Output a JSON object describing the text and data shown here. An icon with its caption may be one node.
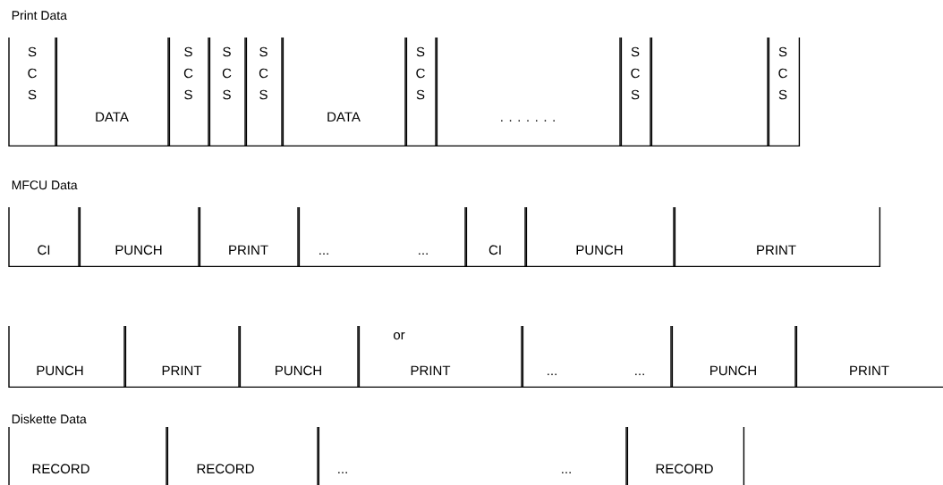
{
  "diagram": {
    "nodes": [
      {
        "text": [
          "S C S"
        ]
      },
      {
        "text": [
          "DATA"
        ]
      },
      {
        "text": [
          "S C S"
        ]
      },
      {
        "text": [
          "S C S"
        ]
      },
      {
        "text": [
          "S C S"
        ]
      },
      {
        "text": [
          "DATA"
        ]
      },
      {
        "text": [
          "S C S"
        ]
      },
      {
        "text": [
          ". . . . . . ."
        ]
      },
      {
        "text": [
          "S C S"
        ]
      },
      {
        "text": [],
        "shape": "box"
      },
      {
        "text": [
          "S C S"
        ]
      },
      {
        "text": [
          "CI"
        ]
      },
      {
        "text": [
          "PUNCH"
        ]
      },
      {
        "text": [
          "PRINT"
        ]
      },
      {
        "text": [
          "...",
          "..."
        ]
      },
      {
        "text": [
          "CI"
        ]
      },
      {
        "text": [
          "PUNCH"
        ]
      },
      {
        "text": [
          "PRINT"
        ]
      },
      {
        "text": [
          "PUNCH"
        ]
      },
      {
        "text": [
          "PRINT"
        ]
      },
      {
        "text": [
          "PUNCH"
        ]
      },
      {
        "text": [
          "or",
          "PRINT"
        ]
      },
      {
        "text": [
          "...",
          "..."
        ]
      },
      {
        "text": [
          "PUNCH"
        ]
      },
      {
        "text": [
          "PRINT"
        ]
      },
      {
        "text": [
          "RECORD"
        ]
      },
      {
        "text": [
          "RECORD"
        ]
      },
      {
        "text": [
          "...",
          "..."
        ]
      },
      {
        "text": [
          "RECORD"
        ]
      }
    ],
    "labels": [
      "Print Data",
      "MFCU Data",
      "Diskette Data"
    ]
  }
}
